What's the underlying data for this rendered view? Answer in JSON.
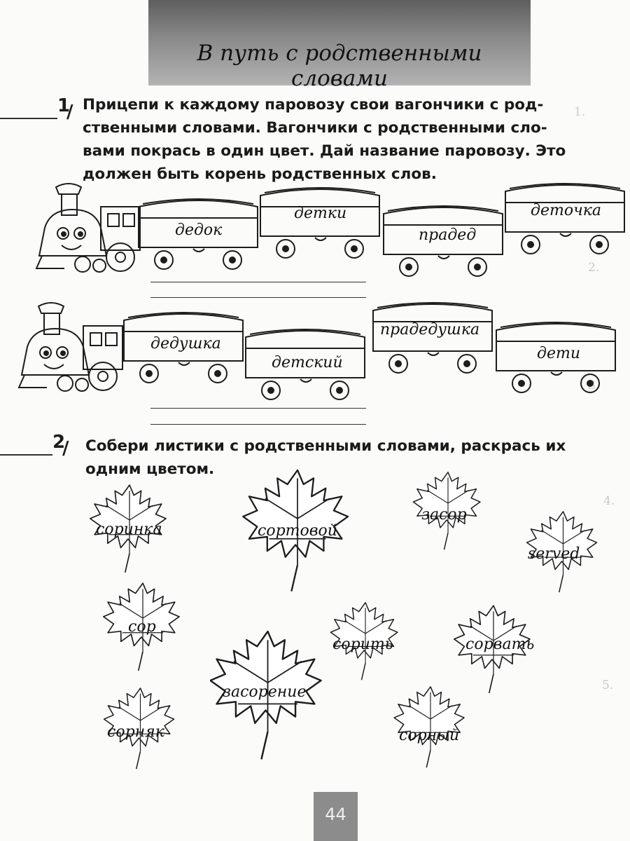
{
  "header": {
    "title": "В путь с родственными словами"
  },
  "task1": {
    "number": "1",
    "text_lines": [
      "Прицепи к каждому паровозу свои вагончики с род-",
      "ственными словами. Вагончики с родственными сло-",
      "вами покрась в один цвет. Дай название паровозу. Это",
      "должен быть корень родственных слов."
    ],
    "train1_wagons": [
      "дедок",
      "детки",
      "прадед",
      "деточка"
    ],
    "train2_wagons": [
      "дедушка",
      "детский",
      "прадедушка",
      "дети"
    ]
  },
  "task2": {
    "number": "2",
    "text_lines": [
      "Собери  листики с родственными словами, раскрась их",
      "одним  цветом."
    ],
    "leaves": [
      "соринка",
      "сортовой",
      "засор",
      "served",
      "сор",
      "сорить",
      "сорвать",
      "засорение",
      "сорняк",
      "сорный"
    ]
  },
  "footer": {
    "page_number": "44"
  },
  "colors": {
    "header_band": "#7a7a7a",
    "ink": "#1d1d1d"
  }
}
